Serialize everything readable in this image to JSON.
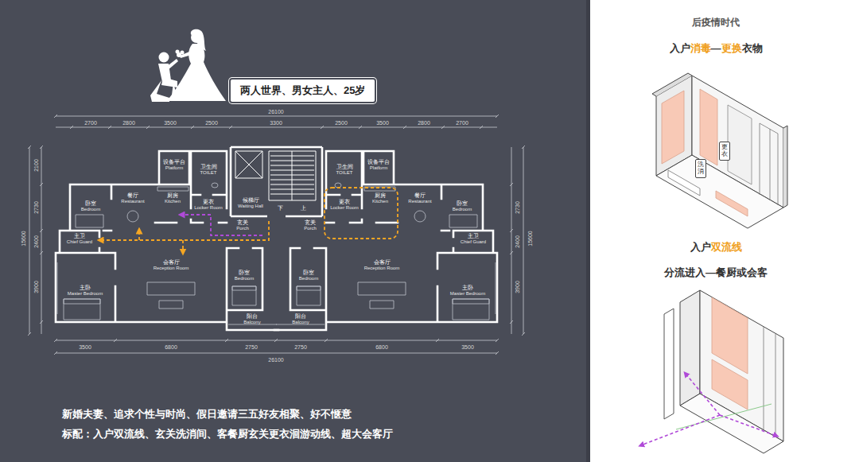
{
  "diagram": {
    "nodes": [
      {
        "text": [
          "两人世界、男女主人、25岁"
        ]
      },
      {
        "text": [
          "洗消"
        ]
      },
      {
        "text": [
          "更衣"
        ]
      }
    ],
    "labels": [
      "26100",
      "2700",
      "2800",
      "3500",
      "2500",
      "3300",
      "2500",
      "3500",
      "2800",
      "2700",
      "3500",
      "6800",
      "2750",
      "2750",
      "6800",
      "3500",
      "26100",
      "2100",
      "2730",
      "2400",
      "3900",
      "15600",
      "2730",
      "2400",
      "3900",
      "15600",
      "设备平台",
      "Platform",
      "卫生间",
      "TOILET",
      "卧室",
      "Bedroom",
      "餐厅",
      "Restaurant",
      "厨房",
      "Kitchen",
      "更衣",
      "Locker Room",
      "候梯厅",
      "Waiting Hall",
      "下",
      "上",
      "玄关",
      "Porch",
      "主卫",
      "Chief Guard",
      "会客厅",
      "Reception Room",
      "卧室",
      "Bedroom",
      "主卧",
      "Master Bedroom",
      "阳台",
      "Balcony",
      "设备平台",
      "Platform",
      "卫生间",
      "TOILET",
      "更衣",
      "Locker Room",
      "厨房",
      "Kitchen",
      "餐厅",
      "Restaurant",
      "卧室",
      "Bedroom",
      "玄关",
      "Porch",
      "主卫",
      "Chief Guard",
      "会客厅",
      "Reception Room",
      "卧室",
      "Bedroom",
      "主卧",
      "Master Bedroom",
      "阳台",
      "Balcony",
      "新婚夫妻、追求个性与时尚、假日邀请三五好友相聚、好不惬意",
      "标配：入户双流线、玄关洗消间、客餐厨玄关更衣洄游动线、超大会客厅",
      "后疫情时代",
      "入户",
      "消毒",
      "—",
      "更换",
      "衣物",
      "入户",
      "双流线",
      "分流进入—餐厨或会客"
    ]
  }
}
